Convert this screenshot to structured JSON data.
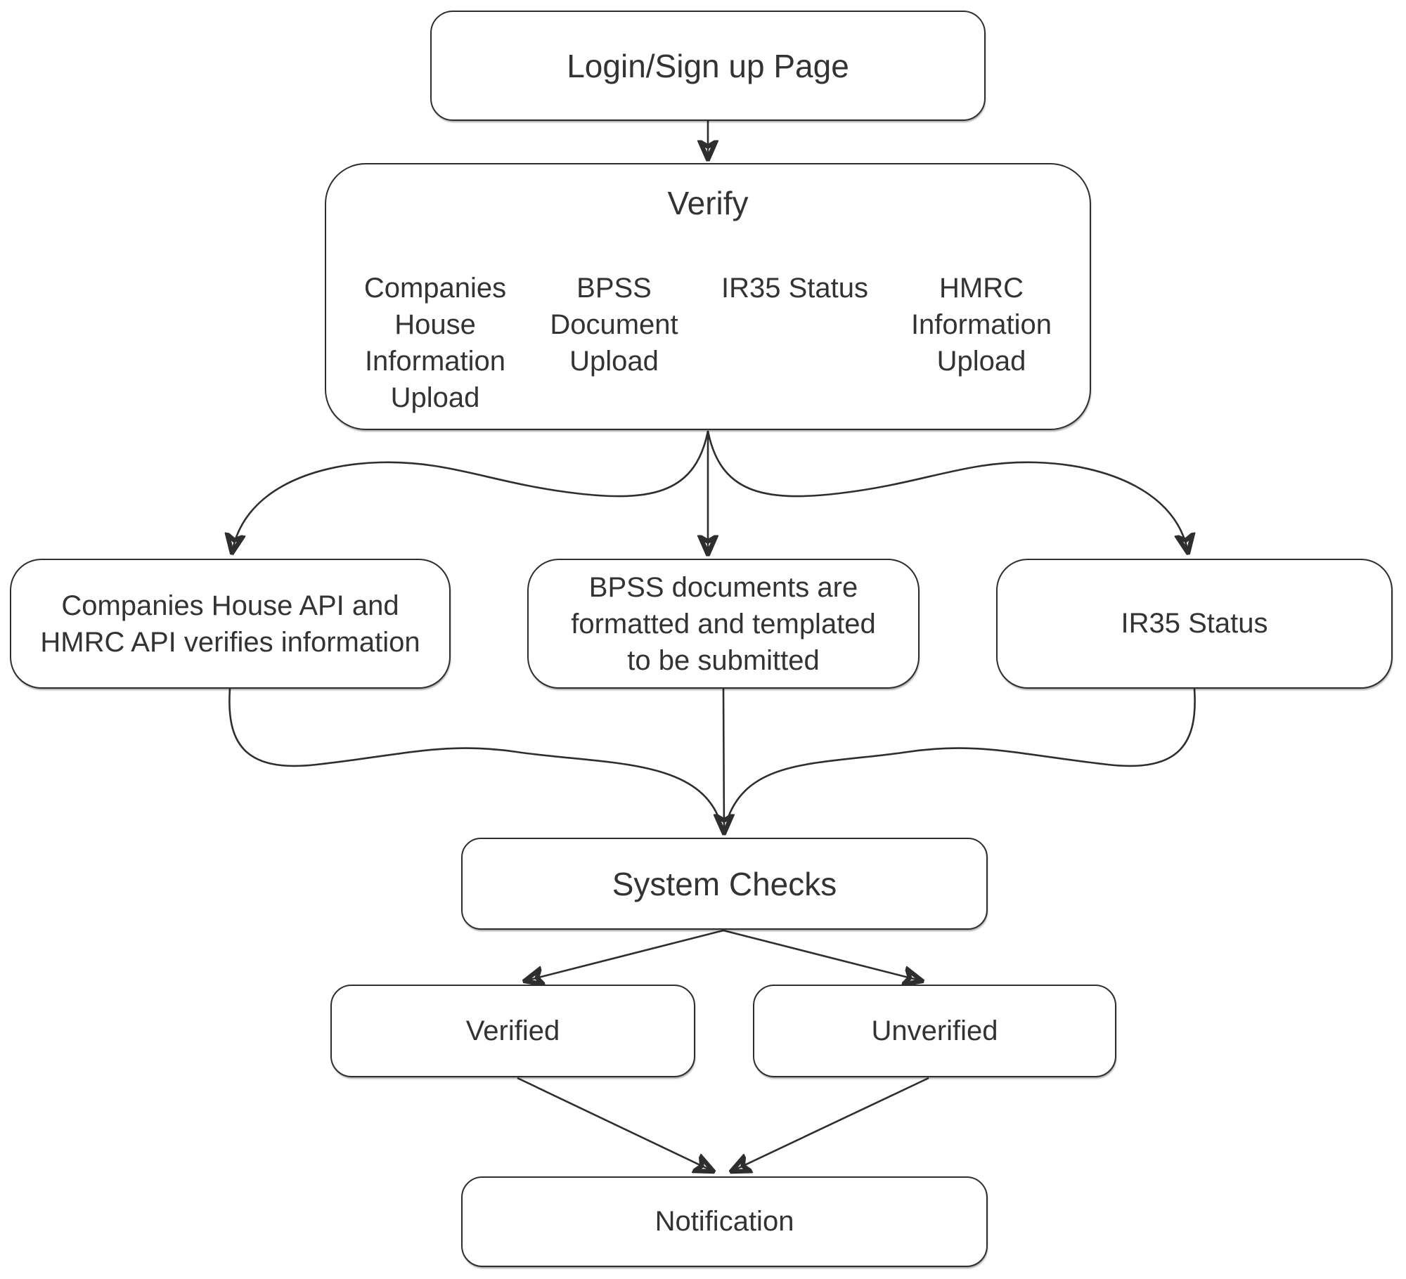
{
  "nodes": {
    "login": {
      "label": "Login/Sign up Page"
    },
    "verify": {
      "title": "Verify",
      "items": [
        "Companies House Information Upload",
        "BPSS Document Upload",
        "IR35 Status",
        "HMRC Information Upload"
      ]
    },
    "companies_api": {
      "label": "Companies House API and HMRC API verifies information"
    },
    "bpss_format": {
      "label": "BPSS documents are formatted and templated to be submitted"
    },
    "ir35": {
      "label": "IR35 Status"
    },
    "system_checks": {
      "label": "System Checks"
    },
    "verified": {
      "label": "Verified"
    },
    "unverified": {
      "label": "Unverified"
    },
    "notification": {
      "label": "Notification"
    }
  },
  "edges": [
    {
      "from": "login",
      "to": "verify"
    },
    {
      "from": "verify",
      "to": "companies_api"
    },
    {
      "from": "verify",
      "to": "bpss_format"
    },
    {
      "from": "verify",
      "to": "ir35"
    },
    {
      "from": "companies_api",
      "to": "system_checks"
    },
    {
      "from": "bpss_format",
      "to": "system_checks"
    },
    {
      "from": "ir35",
      "to": "system_checks"
    },
    {
      "from": "system_checks",
      "to": "verified"
    },
    {
      "from": "system_checks",
      "to": "unverified"
    },
    {
      "from": "verified",
      "to": "notification"
    },
    {
      "from": "unverified",
      "to": "notification"
    }
  ],
  "colors": {
    "line": "#2e2e2e",
    "border": "#2e2e2e",
    "text": "#333333",
    "box_bg": "#ffffff",
    "page_bg": "#ffffff"
  }
}
